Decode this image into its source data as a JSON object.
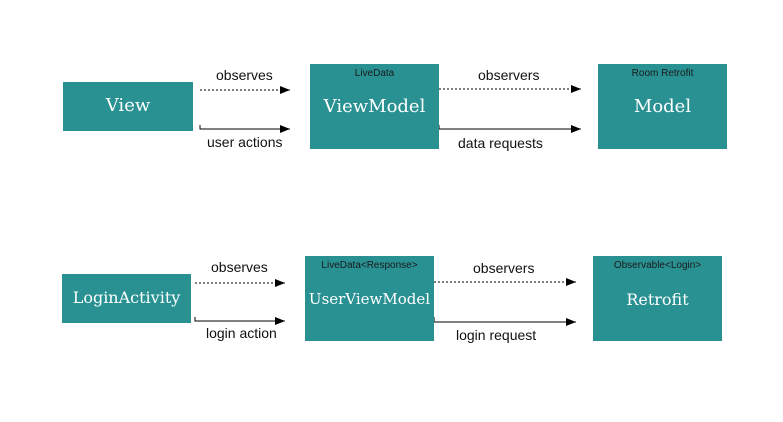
{
  "diagrams": [
    {
      "nodes": {
        "view": {
          "label": "View",
          "tag": ""
        },
        "viewmodel": {
          "label": "ViewModel",
          "tag": "LiveData"
        },
        "model": {
          "label": "Model",
          "tag": "Room  Retrofit"
        }
      },
      "edges": {
        "observes": "observes",
        "user_actions": "user actions",
        "observers": "observers",
        "data_requests": "data requests"
      }
    },
    {
      "nodes": {
        "view": {
          "label": "LoginActivity",
          "tag": ""
        },
        "viewmodel": {
          "label": "UserViewModel",
          "tag": "LiveData<Response>"
        },
        "model": {
          "label": "Retrofit",
          "tag": "Observable<Login>"
        }
      },
      "edges": {
        "observes": "observes",
        "user_actions": "login action",
        "observers": "observers",
        "data_requests": "login request"
      }
    }
  ],
  "colors": {
    "box_fill": "#2a9193",
    "box_text": "#ffffff",
    "tag_text": "#1a1a1a",
    "edge": "#000000"
  }
}
